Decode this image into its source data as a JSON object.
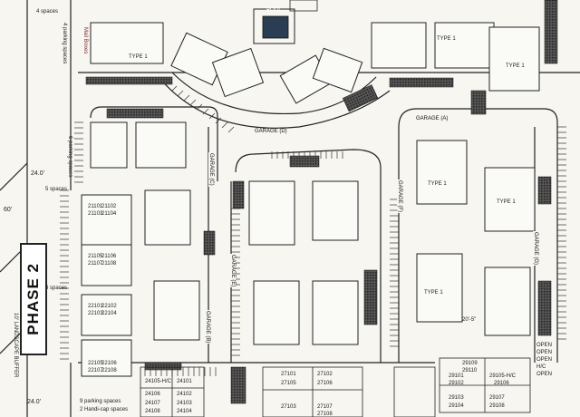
{
  "phase_label": "PHASE 2",
  "pool_label": "POOL",
  "street_labels": {
    "width_top": "24.0'",
    "width_mid": "60'",
    "width_bottom": "24.0'",
    "buffer": "10' LANDSCAPE BUFFER"
  },
  "parking_notes": {
    "top_spaces": "4 spaces",
    "top_left_spaces": "4 parking spaces",
    "left_mid_spaces": "6 parking spaces",
    "left_spaces_a": "5 spaces",
    "left_spaces_b": "3 spaces",
    "bottom_spaces": "9 parking spaces",
    "handicap": "2 Handi-cap spaces",
    "mail": "Mail Boxes",
    "open_ref": "20'-5\""
  },
  "garages": [
    "GARAGE (D)",
    "GARAGE (A)",
    "GARAGE (C)",
    "GARAGE (E)",
    "GARAGE (F)",
    "GARAGE (G)",
    "GARAGE (B)"
  ],
  "units_left": [
    "21101",
    "21102",
    "21103",
    "21104",
    "21105",
    "21106",
    "21107",
    "21108",
    "22101",
    "22102",
    "22103",
    "22104",
    "22105",
    "22106",
    "22107",
    "22108"
  ],
  "units_bottom": [
    "24105-H/C",
    "24101",
    "24106",
    "24102",
    "24107",
    "24103",
    "24108",
    "24104",
    "27101",
    "27102",
    "27105",
    "27106",
    "27103",
    "27107",
    "27108"
  ],
  "units_bottom_right": [
    "29109",
    "29110",
    "29101",
    "29102",
    "29105-H/C",
    "29106",
    "29103",
    "29107",
    "29104",
    "29108"
  ],
  "open_labels": [
    "OPEN",
    "OPEN",
    "OPEN",
    "H/C",
    "OPEN"
  ],
  "bldg_type": "TYPE 1"
}
